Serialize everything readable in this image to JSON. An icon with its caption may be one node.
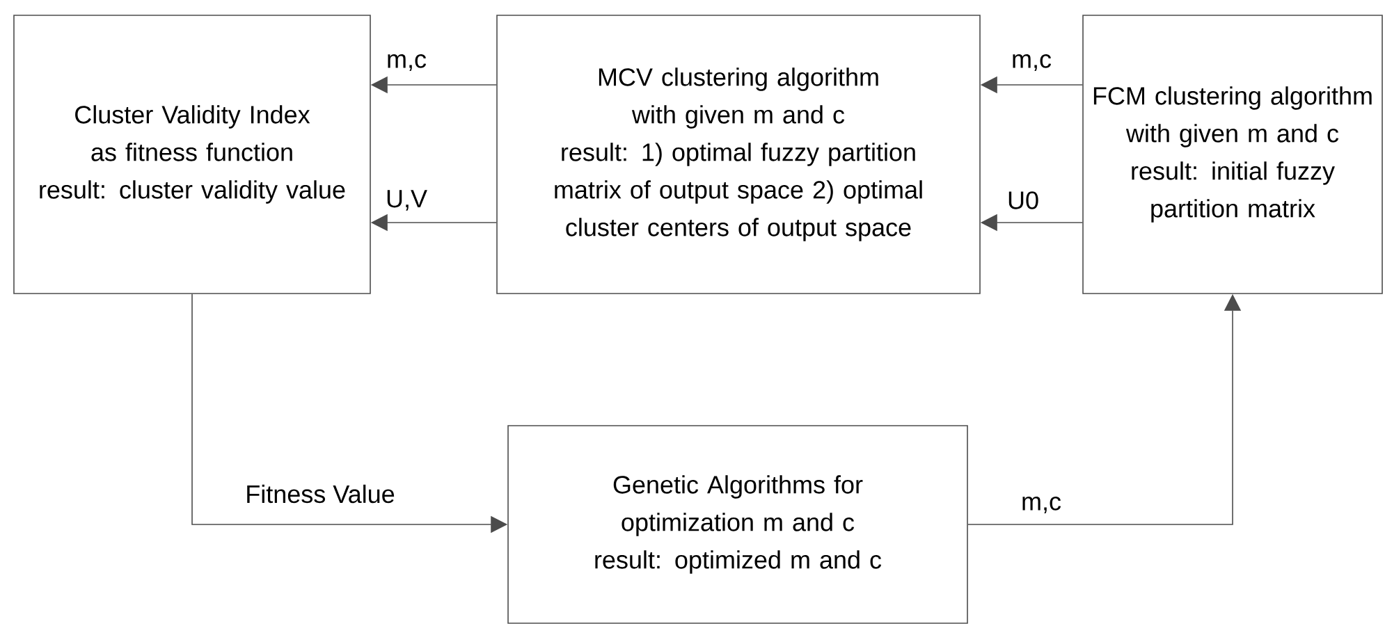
{
  "diagram": {
    "nodes": [
      {
        "text": [
          "Cluster Validity Index as fitness function",
          "result: cluster validity value"
        ]
      },
      {
        "text": [
          "MCV clustering algorithm with given m and c",
          "result: 1) optimal fuzzy partition matrix of output space 2) optimal cluster centers of output space"
        ]
      },
      {
        "text": [
          "FCM clustering algorithm with given m and c",
          "result: initial fuzzy partition matrix"
        ]
      },
      {
        "text": [
          "Genetic Algorithms for optimization m and c",
          "result: optimized m and c"
        ]
      }
    ],
    "edges": [
      {
        "from": 1,
        "to": 0,
        "arrow": "to",
        "label": "m,c"
      },
      {
        "from": 1,
        "to": 0,
        "arrow": "to",
        "label": "U,V"
      },
      {
        "from": 2,
        "to": 1,
        "arrow": "to",
        "label": "m,c"
      },
      {
        "from": 2,
        "to": 1,
        "arrow": "to",
        "label": "U0"
      },
      {
        "from": 0,
        "to": 3,
        "arrow": "to",
        "label": "Fitness Value"
      },
      {
        "from": 3,
        "to": 2,
        "arrow": "to",
        "label": "m,c"
      }
    ]
  }
}
